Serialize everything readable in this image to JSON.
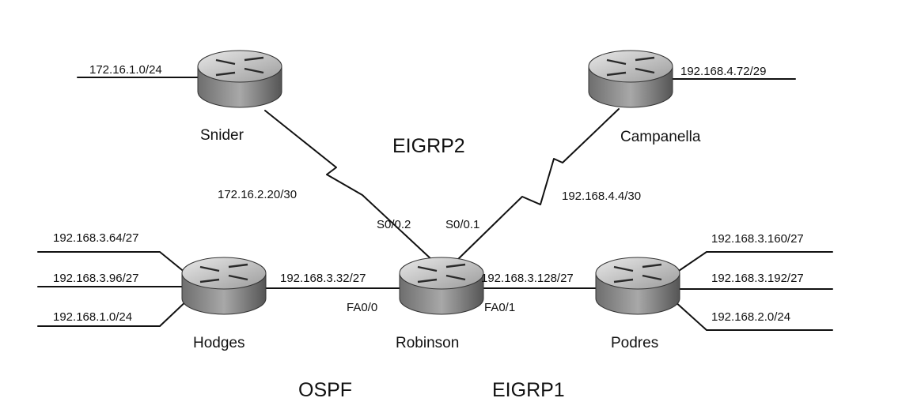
{
  "routers": {
    "snider": "Snider",
    "campanella": "Campanella",
    "hodges": "Hodges",
    "robinson": "Robinson",
    "podres": "Podres"
  },
  "protocols": {
    "eigrp2": "EIGRP2",
    "ospf": "OSPF",
    "eigrp1": "EIGRP1"
  },
  "networks": {
    "snider_lan": "172.16.1.0/24",
    "campanella_lan": "192.168.4.72/29",
    "snider_robinson_wan": "172.16.2.20/30",
    "campanella_robinson_wan": "192.168.4.4/30",
    "hodges_lan_1": "192.168.3.64/27",
    "hodges_lan_2": "192.168.3.96/27",
    "hodges_lan_3": "192.168.1.0/24",
    "hodges_robinson": "192.168.3.32/27",
    "robinson_podres": "192.168.3.128/27",
    "podres_lan_1": "192.168.3.160/27",
    "podres_lan_2": "192.168.3.192/27",
    "podres_lan_3": "192.168.2.0/24"
  },
  "interfaces": {
    "s0_0_2": "S0/0.2",
    "s0_0_1": "S0/0.1",
    "fa0_0": "FA0/0",
    "fa0_1": "FA0/1"
  },
  "style": {
    "router_body": "#9a9a9a",
    "router_top": "#d4d4d4",
    "line": "#111111"
  }
}
